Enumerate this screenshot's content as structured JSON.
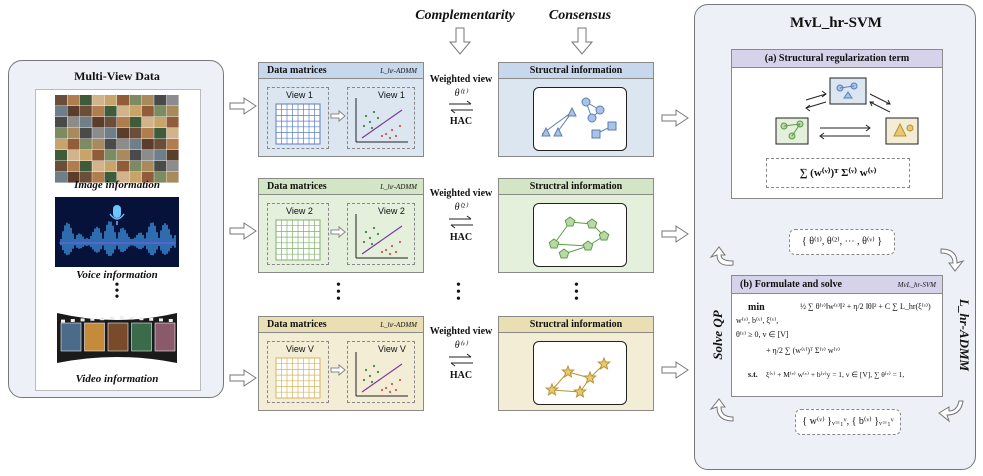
{
  "top": {
    "complementarity": "Complementarity",
    "consensus": "Consensus"
  },
  "left": {
    "title": "Multi-View Data",
    "image_caption": "Image information",
    "voice_caption": "Voice information",
    "video_caption": "Video information"
  },
  "rows": [
    {
      "dm_title": "Data matrices",
      "dm_sub": "L_hr-ADMM",
      "view_label": "View 1",
      "view_label2": "View 1",
      "weighted": "Weighted view",
      "theta": "θ⁽¹⁾",
      "hac": "HAC",
      "si_title": "Structral information"
    },
    {
      "dm_title": "Data matrices",
      "dm_sub": "L_hr-ADMM",
      "view_label": "View 2",
      "view_label2": "View 2",
      "weighted": "Weighted view",
      "theta": "θ⁽²⁾",
      "hac": "HAC",
      "si_title": "Structral information"
    },
    {
      "dm_title": "Data matrices",
      "dm_sub": "L_hr-ADMM",
      "view_label": "View V",
      "view_label2": "View V",
      "weighted": "Weighted view",
      "theta": "θ⁽ᵛ⁾",
      "hac": "HAC",
      "si_title": "Structral information"
    }
  ],
  "right": {
    "title": "MvL_hr-SVM",
    "a_title": "(a) Structural regularization term",
    "a_formula": "∑ (w⁽ᵛ⁾)ᵀ Σ⁽ᵛ⁾ w⁽ᵛ⁾",
    "theta_set": "{ θ⁽¹⁾, θ⁽²⁾, ⋯ , θ⁽ᵛ⁾ }",
    "b_title": "(b) Formulate and solve",
    "b_sub": "MvL_hr-SVM",
    "min": "min",
    "obj1": "½ ∑ θ⁽ᵛ⁾‖w⁽ᵛ⁾‖² + η/2 ‖θ‖² + C ∑ L_hr(ξ⁽ᵛ⁾)",
    "vars": "w⁽ᵛ⁾, b⁽ᵛ⁾, ξ⁽ᵛ⁾,",
    "obj2": "θ⁽ᵛ⁾ ≥ 0, v ∈ [V]",
    "obj3": "+ η/2 ∑ (w⁽ᵛ⁾)ᵀ Σ⁽ᵛ⁾ w⁽ᵛ⁾",
    "st": "s.t.",
    "constraint": "ξ⁽ᵛ⁾ + M⁽ᵛ⁾ w⁽ᵛ⁾ + b⁽ᵛ⁾y = 1, v ∈ [V], ∑ θ⁽ᵛ⁾ = 1,",
    "solve_qp": "Solve QP",
    "admm": "L_hr-ADMM",
    "w_set": "{ w⁽ᵛ⁾ }ᵥ₌₁ᵛ, { b⁽ᵛ⁾ }ᵥ₌₁ᵛ"
  },
  "colors": {
    "blue": "#dbe6f1",
    "blue_hdr": "#c7d8ec",
    "green": "#e4efdc",
    "green_hdr": "#d2e6c6",
    "yellow": "#f3edd5",
    "yellow_hdr": "#e9dfb2",
    "purple_hdr": "#d6d2ea",
    "panel_bg": "#eef0f8"
  }
}
